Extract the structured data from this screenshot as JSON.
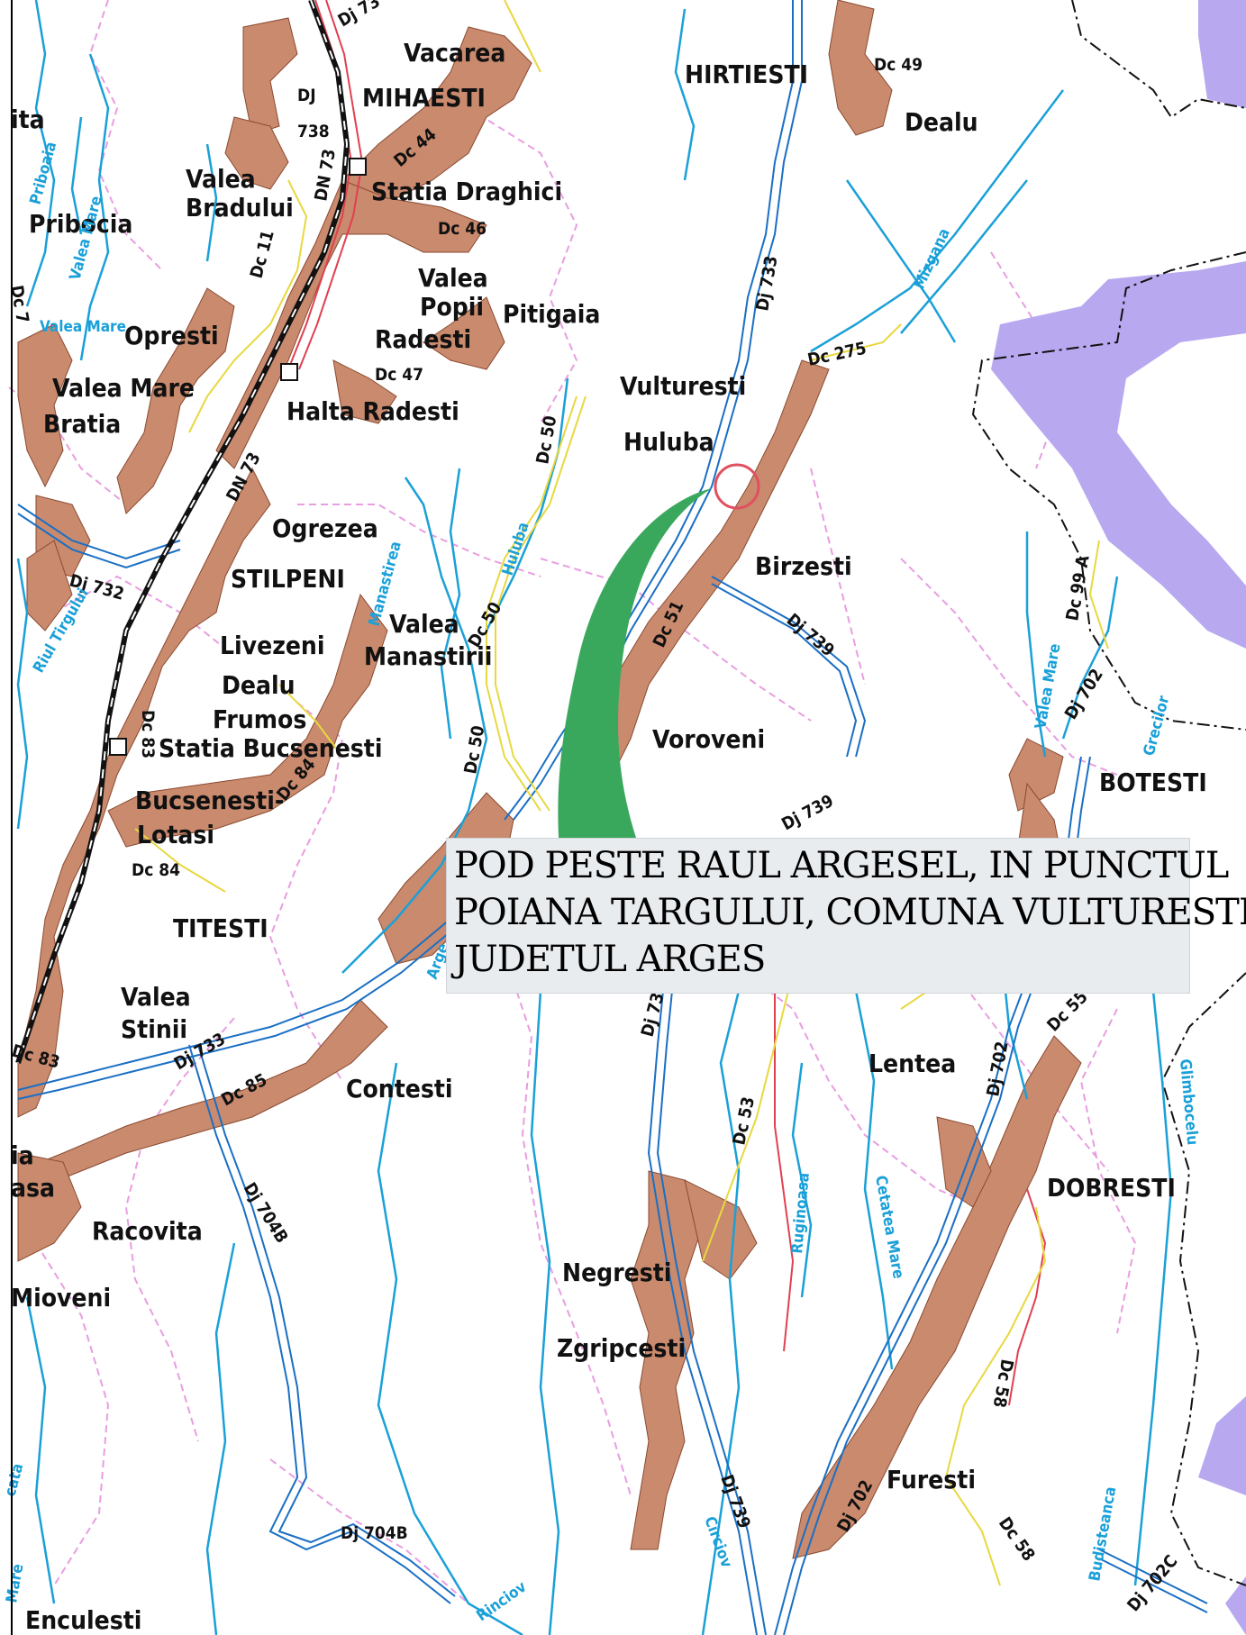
{
  "callout": {
    "lines": [
      "POD PESTE RAUL ARGESEL, IN PUNCTUL",
      "POIANA TARGULUI, COMUNA VULTURESTI,",
      "JUDETUL ARGES"
    ]
  },
  "colors": {
    "settlement": "#c98a6e",
    "river": "#1aa0d8",
    "county_road": "#1a6fc4",
    "national_road": "#e04050",
    "local_road": "#e8d840",
    "railway": "#111111",
    "lake": "#b8a8f0",
    "boundary": "#e89ee0",
    "highlight": "#3aa85c",
    "marker": "#e05060"
  },
  "places": [
    {
      "id": "vacarea",
      "text": "Vacarea"
    },
    {
      "id": "mihaesti",
      "text": "MIHAESTI"
    },
    {
      "id": "hirtiesti",
      "text": "HIRTIESTI"
    },
    {
      "id": "dealu",
      "text": "Dealu"
    },
    {
      "id": "ita",
      "text": "ita"
    },
    {
      "id": "valea-bradului-1",
      "text": "Valea"
    },
    {
      "id": "valea-bradului-2",
      "text": "Bradului"
    },
    {
      "id": "statia-draghici",
      "text": "Statia  Draghici"
    },
    {
      "id": "pribocia",
      "text": "Pribocia"
    },
    {
      "id": "valea-popii-1",
      "text": "Valea"
    },
    {
      "id": "valea-popii-2",
      "text": "Popii"
    },
    {
      "id": "pitigaia",
      "text": "Pitigaia"
    },
    {
      "id": "radesti",
      "text": "Radesti"
    },
    {
      "id": "opresti",
      "text": "Opresti"
    },
    {
      "id": "valea-mare-bratia-1",
      "text": "Valea  Mare"
    },
    {
      "id": "valea-mare-bratia-2",
      "text": "Bratia"
    },
    {
      "id": "halta-radesti",
      "text": "Halta  Radesti"
    },
    {
      "id": "vulturesti",
      "text": "Vulturesti"
    },
    {
      "id": "huluba",
      "text": "Huluba"
    },
    {
      "id": "ogrezea",
      "text": "Ogrezea"
    },
    {
      "id": "birzesti",
      "text": "Birzesti"
    },
    {
      "id": "stilpeni",
      "text": "STILPENI"
    },
    {
      "id": "valea-manastirii-1",
      "text": "Valea"
    },
    {
      "id": "valea-manastirii-2",
      "text": "Manastirii"
    },
    {
      "id": "livezeni",
      "text": "Livezeni"
    },
    {
      "id": "dealu-frumos-1",
      "text": "Dealu"
    },
    {
      "id": "dealu-frumos-2",
      "text": "Frumos"
    },
    {
      "id": "statia-bucsenesti",
      "text": "Statia  Bucsenesti"
    },
    {
      "id": "voroveni",
      "text": "Voroveni"
    },
    {
      "id": "botesti",
      "text": "BOTESTI"
    },
    {
      "id": "bucsenesti-lotasi-1",
      "text": "Bucsenesti-"
    },
    {
      "id": "bucsenesti-lotasi-2",
      "text": "Lotasi"
    },
    {
      "id": "titesti",
      "text": "TITESTI"
    },
    {
      "id": "valea-stinii-1",
      "text": "Valea"
    },
    {
      "id": "valea-stinii-2",
      "text": "Stinii"
    },
    {
      "id": "contesti",
      "text": "Contesti"
    },
    {
      "id": "lentea",
      "text": "Lentea"
    },
    {
      "id": "ia",
      "text": "ia"
    },
    {
      "id": "asa",
      "text": "asa"
    },
    {
      "id": "dobresti",
      "text": "DOBRESTI"
    },
    {
      "id": "racovita",
      "text": "Racovita"
    },
    {
      "id": "negresti",
      "text": "Negresti"
    },
    {
      "id": "mioveni",
      "text": "Mioveni"
    },
    {
      "id": "zgripcesti",
      "text": "Zgripcesti"
    },
    {
      "id": "furesti",
      "text": "Furesti"
    },
    {
      "id": "enculesti",
      "text": "Enculesti"
    }
  ],
  "roads": [
    {
      "id": "dj738",
      "text": "DJ"
    },
    {
      "id": "dj738b",
      "text": "738"
    },
    {
      "id": "dj73top",
      "text": "Dj 73"
    },
    {
      "id": "dc49",
      "text": "Dc 49"
    },
    {
      "id": "dc44",
      "text": "Dc 44"
    },
    {
      "id": "dn73a",
      "text": "DN 73"
    },
    {
      "id": "dc46",
      "text": "Dc 46"
    },
    {
      "id": "dc11",
      "text": "Dc 11"
    },
    {
      "id": "dj733a",
      "text": "Dj 733"
    },
    {
      "id": "dc7",
      "text": "Dc 7"
    },
    {
      "id": "dc275",
      "text": "Dc 275"
    },
    {
      "id": "dc47",
      "text": "Dc 47"
    },
    {
      "id": "dc50a",
      "text": "Dc 50"
    },
    {
      "id": "dn73b",
      "text": "DN 73"
    },
    {
      "id": "dj732",
      "text": "Dj 732"
    },
    {
      "id": "dc50b",
      "text": "Dc 50"
    },
    {
      "id": "dc51",
      "text": "Dc 51"
    },
    {
      "id": "dj739a",
      "text": "Dj 739"
    },
    {
      "id": "dc99a",
      "text": "Dc 99 A"
    },
    {
      "id": "dj702a",
      "text": "Dj 702"
    },
    {
      "id": "dc83a",
      "text": "Dc 83"
    },
    {
      "id": "dc84a",
      "text": "Dc 84"
    },
    {
      "id": "dc50c",
      "text": "Dc 50"
    },
    {
      "id": "dj739b",
      "text": "Dj 739"
    },
    {
      "id": "dc84b",
      "text": "Dc 84"
    },
    {
      "id": "dc83b",
      "text": "Dc 83"
    },
    {
      "id": "dj733b",
      "text": "Dj 733"
    },
    {
      "id": "dc85",
      "text": "Dc 85"
    },
    {
      "id": "dj73mid",
      "text": "Dj 73"
    },
    {
      "id": "dc55",
      "text": "Dc 55"
    },
    {
      "id": "dj702b",
      "text": "Dj 702"
    },
    {
      "id": "dc53",
      "text": "Dc 53"
    },
    {
      "id": "dj704b-a",
      "text": "Dj 704B"
    },
    {
      "id": "dc58a",
      "text": "Dc 58"
    },
    {
      "id": "dj739c",
      "text": "Dj 739"
    },
    {
      "id": "dj702c",
      "text": "Dj 702"
    },
    {
      "id": "dj704b-b",
      "text": "Dj 704B"
    },
    {
      "id": "dc58b",
      "text": "Dc 58"
    },
    {
      "id": "dj702cc",
      "text": "Dj 702C"
    }
  ],
  "rivers": [
    {
      "id": "priboaia",
      "text": "Priboaia"
    },
    {
      "id": "valea-mare-r1",
      "text": "Valea Mare"
    },
    {
      "id": "mizgana",
      "text": "Mizgana"
    },
    {
      "id": "valea-mare-r2",
      "text": "Valea Mare"
    },
    {
      "id": "riul-tirgului",
      "text": "Riul Tirgului"
    },
    {
      "id": "manastirea",
      "text": "Manastirea"
    },
    {
      "id": "huluba-r",
      "text": "Huluba"
    },
    {
      "id": "valea-mare-r3",
      "text": "Valea Mare"
    },
    {
      "id": "gradilor",
      "text": "Grecilor"
    },
    {
      "id": "argesel",
      "text": "Arge"
    },
    {
      "id": "glimbocelu",
      "text": "Glimbocelu"
    },
    {
      "id": "ruginoasa",
      "text": "Ruginoasa"
    },
    {
      "id": "cetatea-mare",
      "text": "Cetatea Mare"
    },
    {
      "id": "circiov",
      "text": "Circiov"
    },
    {
      "id": "rinciov",
      "text": "Rinciov"
    },
    {
      "id": "budisteanca",
      "text": "Budisteanca"
    },
    {
      "id": "cata",
      "text": "cata"
    },
    {
      "id": "mare-r",
      "text": "Mare"
    }
  ]
}
